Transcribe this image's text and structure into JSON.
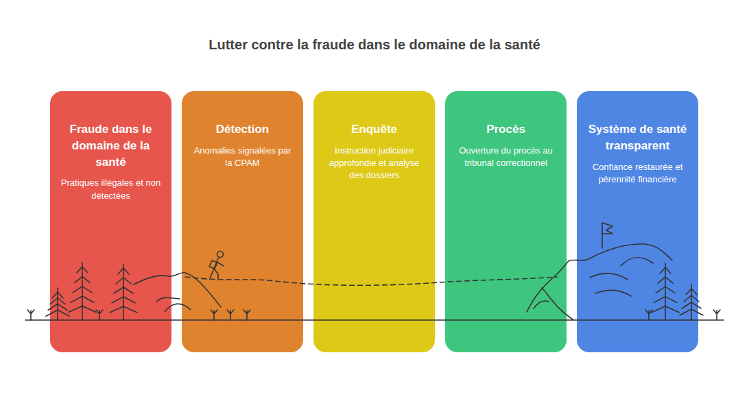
{
  "diagram": {
    "title": "Lutter contre la fraude dans le domaine de la santé",
    "nodes": [
      {
        "text": [
          "Fraude dans le domaine de la santé",
          "Pratiques illégales et non détectées"
        ]
      },
      {
        "text": [
          "Détection",
          "Anomalies signalées par la CPAM"
        ]
      },
      {
        "text": [
          "Enquête",
          "Instruction judiciaire approfondie et analyse des dossiers"
        ]
      },
      {
        "text": [
          "Procès",
          "Ouverture du procès au tribunal correctionnel"
        ]
      },
      {
        "text": [
          "Système de santé transparent",
          "Confiance restaurée et pérennité financière"
        ]
      }
    ]
  }
}
